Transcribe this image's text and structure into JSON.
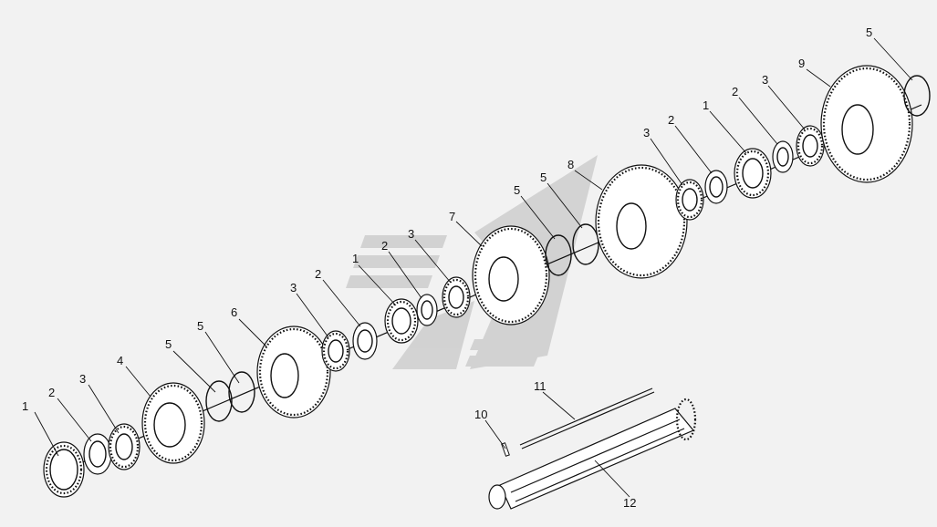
{
  "diagram": {
    "callouts": [
      {
        "id": "c1a",
        "text": "1"
      },
      {
        "id": "c2a",
        "text": "2"
      },
      {
        "id": "c3a",
        "text": "3"
      },
      {
        "id": "c4",
        "text": "4"
      },
      {
        "id": "c5a",
        "text": "5"
      },
      {
        "id": "c5b",
        "text": "5"
      },
      {
        "id": "c6",
        "text": "6"
      },
      {
        "id": "c3b",
        "text": "3"
      },
      {
        "id": "c2b",
        "text": "2"
      },
      {
        "id": "c1b",
        "text": "1"
      },
      {
        "id": "c2c",
        "text": "2"
      },
      {
        "id": "c3c",
        "text": "3"
      },
      {
        "id": "c7",
        "text": "7"
      },
      {
        "id": "c5c",
        "text": "5"
      },
      {
        "id": "c5d",
        "text": "5"
      },
      {
        "id": "c8",
        "text": "8"
      },
      {
        "id": "c3d",
        "text": "3"
      },
      {
        "id": "c2d",
        "text": "2"
      },
      {
        "id": "c1c",
        "text": "1"
      },
      {
        "id": "c2e",
        "text": "2"
      },
      {
        "id": "c3e",
        "text": "3"
      },
      {
        "id": "c9",
        "text": "9"
      },
      {
        "id": "c5e",
        "text": "5"
      },
      {
        "id": "c10",
        "text": "10"
      },
      {
        "id": "c11",
        "text": "11"
      },
      {
        "id": "c12",
        "text": "12"
      }
    ],
    "colors": {
      "background": "#f2f2f2",
      "ink": "#111111",
      "watermark": "#c8c8c8"
    }
  }
}
